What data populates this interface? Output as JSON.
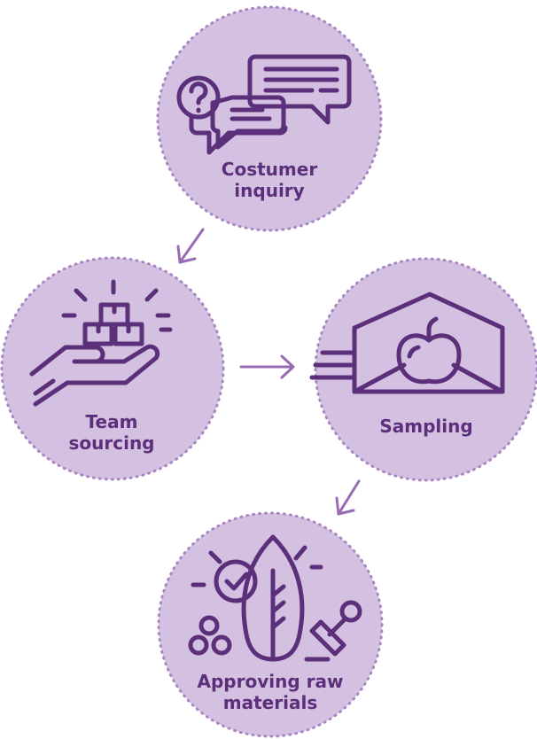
{
  "steps": [
    {
      "line1": "Costumer",
      "line2": "inquiry",
      "icon": "chat-bubbles-question-icon"
    },
    {
      "line1": "Team",
      "line2": "sourcing",
      "icon": "hand-holding-boxes-icon"
    },
    {
      "line1": "Sampling",
      "line2": "",
      "icon": "envelope-apple-icon"
    },
    {
      "line1": "Approving raw",
      "line2": "materials",
      "icon": "leaf-check-stamp-icon"
    }
  ],
  "colors": {
    "circle_fill": "#d4c1e2",
    "circle_border": "#a886c2",
    "icon_stroke": "#5c2f7a",
    "arrow": "#9a6bb5"
  }
}
